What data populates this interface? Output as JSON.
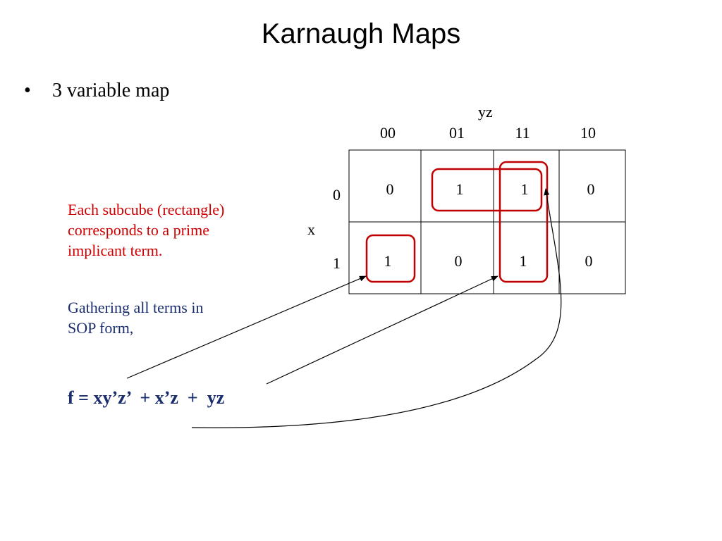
{
  "title": "Karnaugh Maps",
  "bullet": {
    "marker": "•",
    "text": "3 variable map"
  },
  "map": {
    "col_var": "yz",
    "row_var": "x",
    "col_labels": [
      "00",
      "01",
      "11",
      "10"
    ],
    "row_labels": [
      "0",
      "1"
    ],
    "cells": [
      [
        "0",
        "1",
        "1",
        "0"
      ],
      [
        "1",
        "0",
        "1",
        "0"
      ]
    ]
  },
  "note1": {
    "lines": [
      "Each subcube (rectangle)",
      "corresponds to a prime",
      "implicant term."
    ],
    "color": "#cc0000"
  },
  "note2": {
    "lines": [
      "Gathering all terms in",
      "SOP form,"
    ],
    "color": "#1a2d6e"
  },
  "formula": "f = xy’z’  + x’z  +  yz",
  "group_color": "#c00000"
}
